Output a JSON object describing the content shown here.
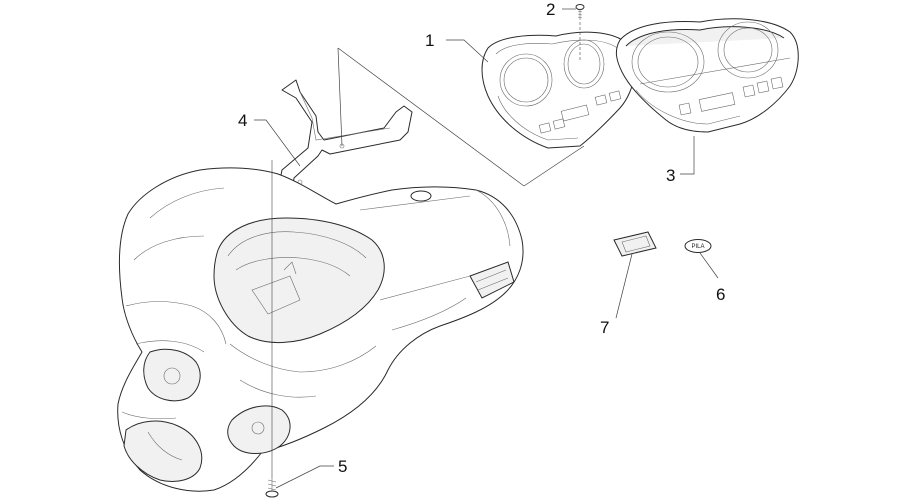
{
  "callouts": [
    {
      "id": "1",
      "label": "1"
    },
    {
      "id": "2",
      "label": "2"
    },
    {
      "id": "3",
      "label": "3"
    },
    {
      "id": "4",
      "label": "4"
    },
    {
      "id": "5",
      "label": "5"
    },
    {
      "id": "6",
      "label": "6"
    },
    {
      "id": "7",
      "label": "7"
    }
  ],
  "parts": {
    "badge_text": "PILA"
  }
}
